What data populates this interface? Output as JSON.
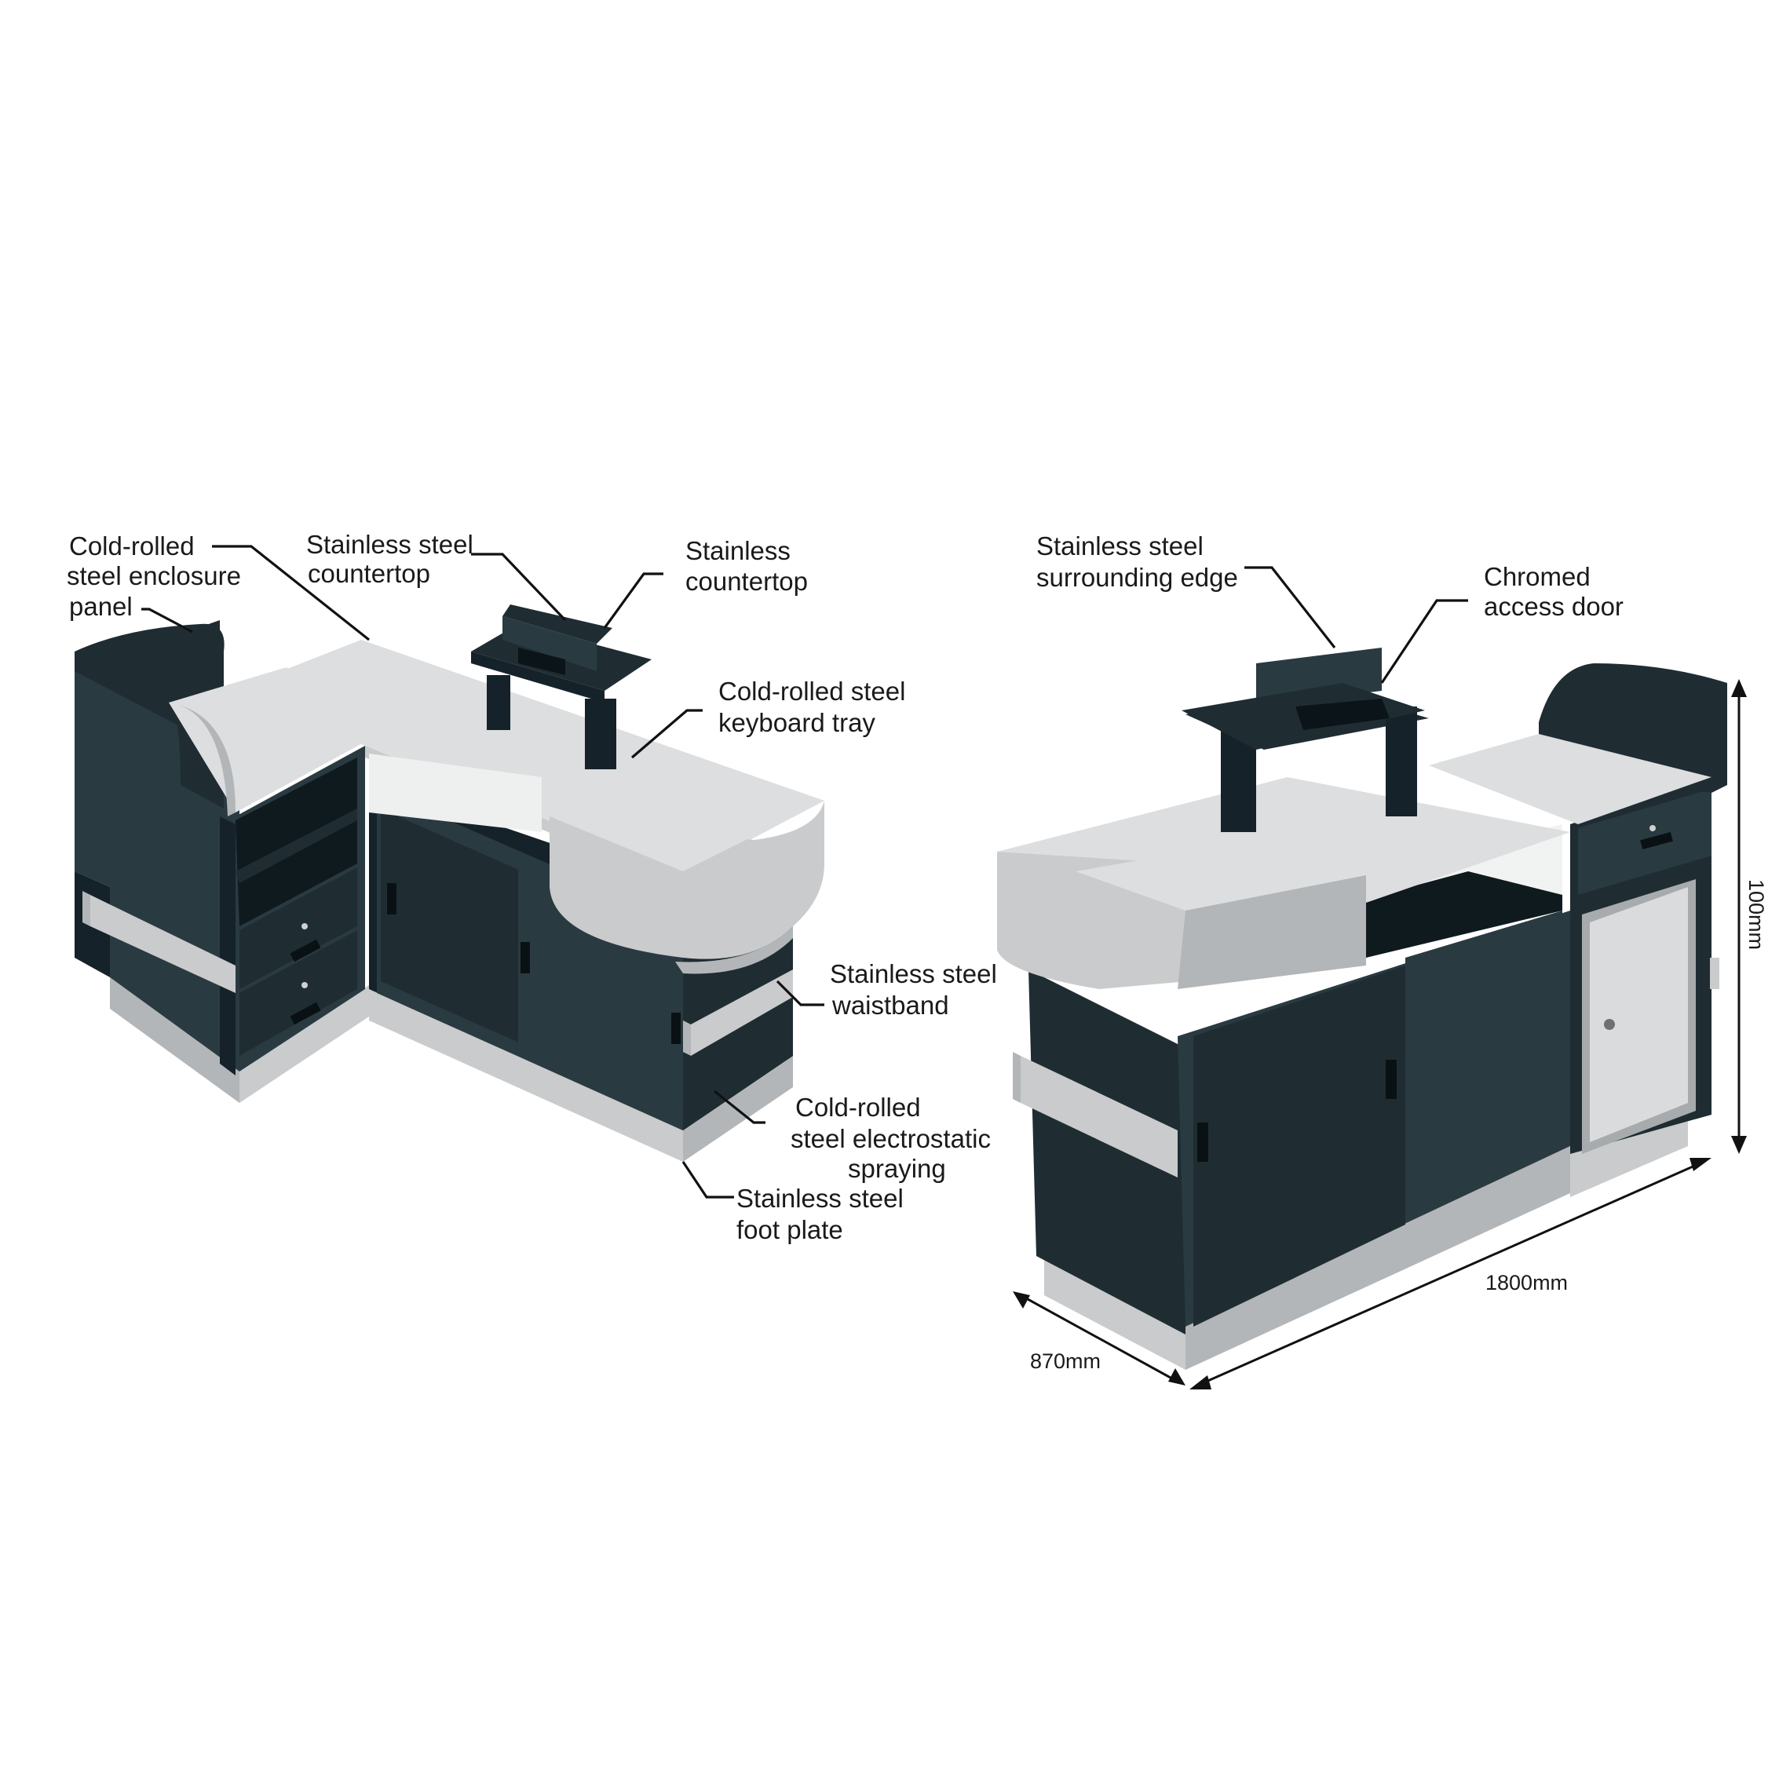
{
  "labels": {
    "left": {
      "enclosure_panel": [
        "Cold-rolled",
        "steel enclosure",
        "panel"
      ],
      "countertop": [
        "Stainless steel",
        "countertop"
      ],
      "stainless_countertop": [
        "Stainless",
        "countertop"
      ],
      "keyboard_tray": [
        "Cold-rolled steel",
        "keyboard tray"
      ],
      "waistband": [
        "Stainless steel",
        "waistband"
      ],
      "electrostatic": [
        "Cold-rolled",
        "steel electrostatic",
        "spraying"
      ],
      "foot_plate": [
        "Stainless steel",
        "foot plate"
      ]
    },
    "right": {
      "surrounding_edge": [
        "Stainless steel",
        "surrounding edge"
      ],
      "access_door": [
        "Chromed",
        "access door"
      ]
    }
  },
  "dimensions": {
    "height": "100mm",
    "length": "1800mm",
    "depth": "870mm"
  },
  "colors": {
    "cabinet": "#1f2d33",
    "steel": "#c9cbcc",
    "background": "#ffffff"
  }
}
